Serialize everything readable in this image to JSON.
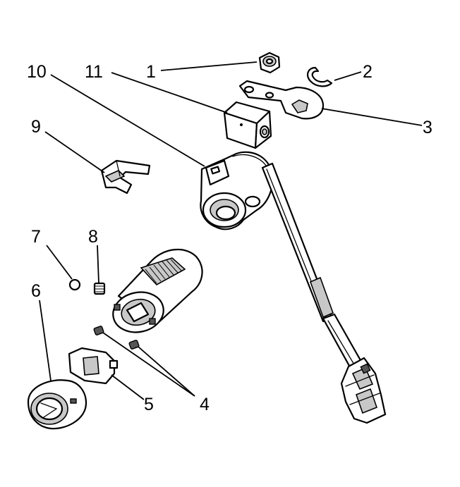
{
  "diagram": {
    "labels": [
      {
        "id": "label-1",
        "text": "1"
      },
      {
        "id": "label-2",
        "text": "2"
      },
      {
        "id": "label-3",
        "text": "3"
      },
      {
        "id": "label-4",
        "text": "4"
      },
      {
        "id": "label-5",
        "text": "5"
      },
      {
        "id": "label-6",
        "text": "6"
      },
      {
        "id": "label-7",
        "text": "7"
      },
      {
        "id": "label-8",
        "text": "8"
      },
      {
        "id": "label-9",
        "text": "9"
      },
      {
        "id": "label-10",
        "text": "10"
      },
      {
        "id": "label-11",
        "text": "11"
      }
    ]
  }
}
